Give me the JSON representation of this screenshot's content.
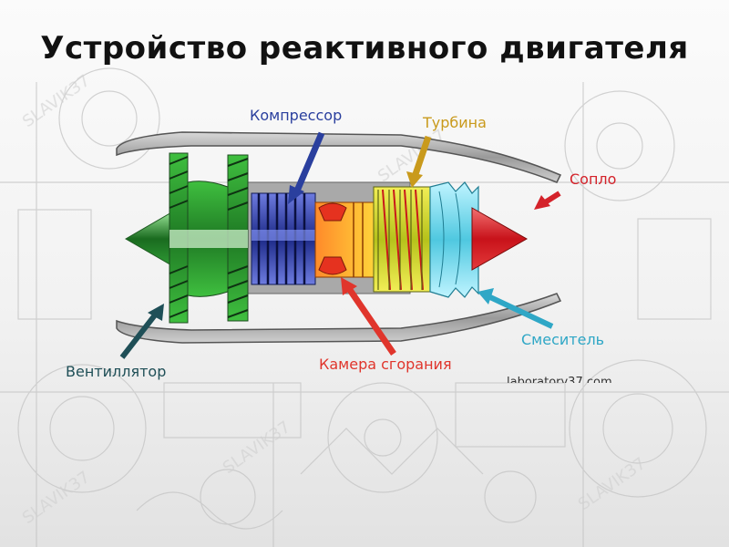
{
  "title": "Устройство реактивного двигателя",
  "labels": {
    "compressor": "Компрессор",
    "turbine": "Турбина",
    "nozzle": "Сопло",
    "fan": "Вентиллятор",
    "combustion_chamber": "Камера сгорания",
    "mixer": "Смеситель"
  },
  "label_colors": {
    "compressor": "#2a3f9e",
    "turbine": "#c99a1c",
    "nozzle": "#d4222a",
    "fan": "#1f4f57",
    "combustion_chamber": "#e0352c",
    "mixer": "#2fa7c6"
  },
  "source_text": "laboratory37.com"
}
